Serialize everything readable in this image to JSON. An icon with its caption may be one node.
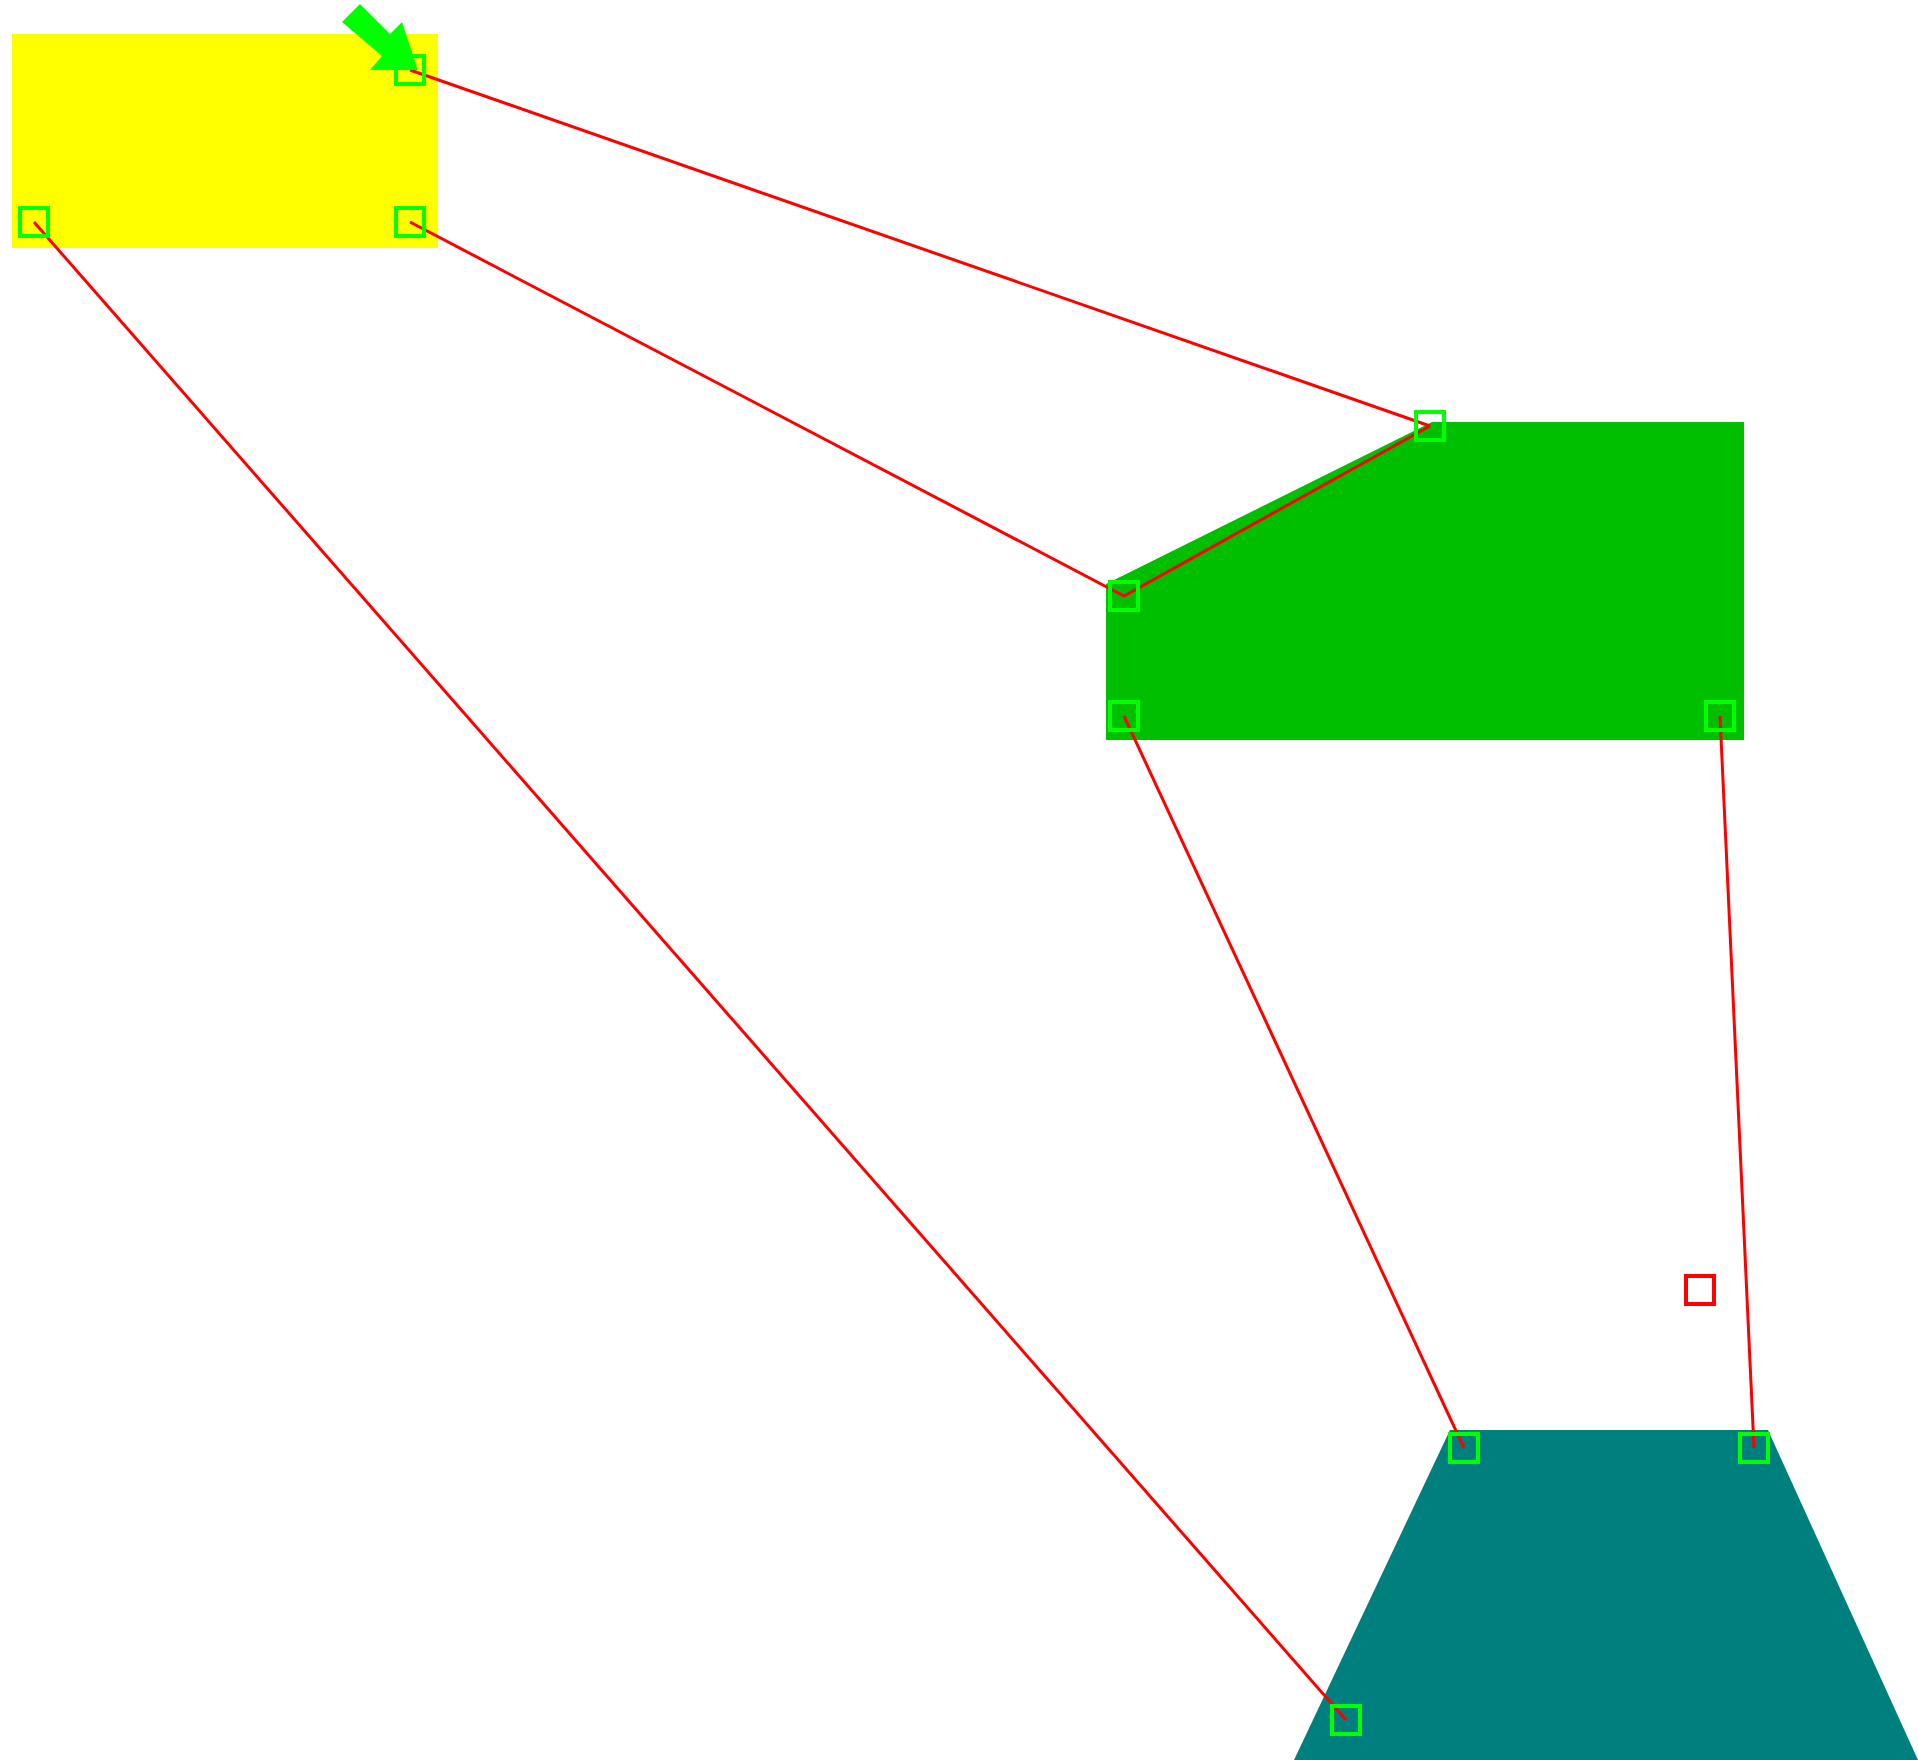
{
  "diagram": {
    "nodes": [
      {
        "text": [],
        "shape": "box"
      },
      {
        "text": [],
        "shape": "pentagon"
      },
      {
        "text": [],
        "shape": "trapezoid"
      }
    ],
    "edges": [
      {
        "from": 0,
        "to": 1,
        "arrow": "none"
      },
      {
        "from": 0,
        "to": 1,
        "arrow": "none"
      },
      {
        "from": 0,
        "to": 2,
        "arrow": "none"
      },
      {
        "from": 1,
        "to": 2,
        "arrow": "none"
      },
      {
        "from": 1,
        "to": 2,
        "arrow": "none"
      }
    ]
  }
}
